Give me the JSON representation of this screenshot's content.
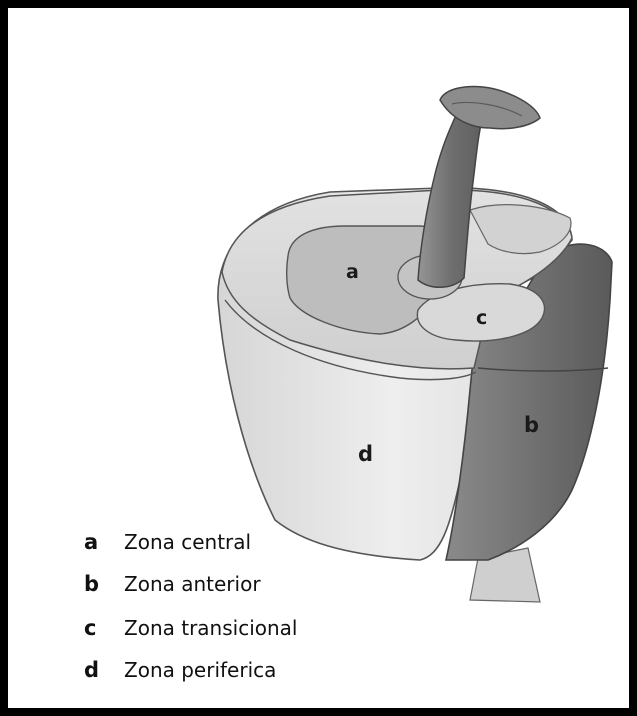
{
  "figure": {
    "zones": {
      "a": "a",
      "b": "b",
      "c": "c",
      "d": "d"
    },
    "legend": [
      {
        "letter": "a",
        "text": "Zona central"
      },
      {
        "letter": "b",
        "text": "Zona anterior"
      },
      {
        "letter": "c",
        "text": "Zona transicional"
      },
      {
        "letter": "d",
        "text": "Zona periferica"
      }
    ]
  },
  "colors": {
    "frame": "#000000",
    "background": "#ffffff",
    "peripheral": "#e4e4e4",
    "anterior": "#6e6e6e",
    "central": "#bdbdbd",
    "transitional": "#d6d6d6",
    "urethra": "#7a7a7a",
    "outline": "#555555"
  }
}
